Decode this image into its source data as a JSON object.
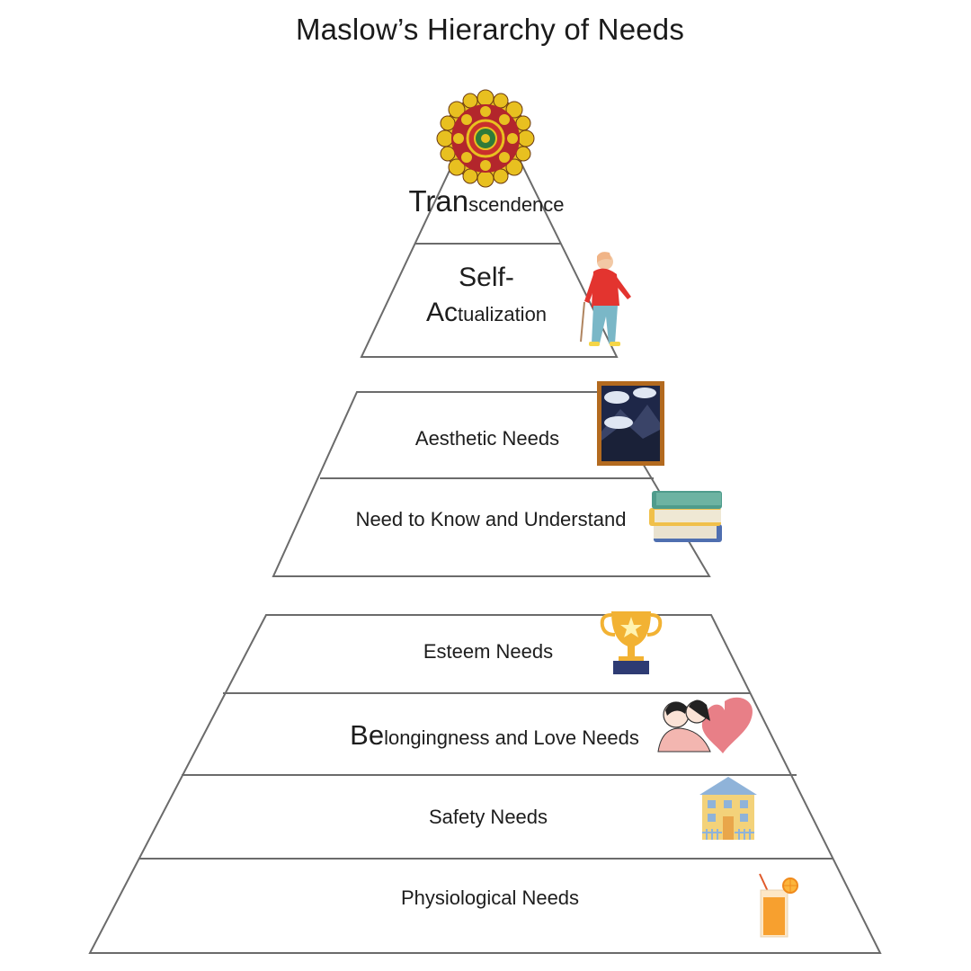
{
  "title": "Maslow’s Hierarchy of Needs",
  "levels": {
    "transcendence": {
      "lead": "Tran",
      "rest": "scendence",
      "icon": "mandala-icon"
    },
    "self_actualization": {
      "line1": "Self-",
      "lead": "Ac",
      "rest": "tualization",
      "icon": "walking-person-icon"
    },
    "aesthetic": {
      "label": "Aesthetic Needs",
      "icon": "framed-painting-icon"
    },
    "know_understand": {
      "label": "Need to Know and Understand",
      "icon": "book-stack-icon"
    },
    "esteem": {
      "label": "Esteem Needs",
      "icon": "trophy-icon"
    },
    "belonging": {
      "lead": "Be",
      "rest": "longingness and Love Needs",
      "icon": "couple-heart-icon"
    },
    "safety": {
      "label": "Safety Needs",
      "icon": "house-icon"
    },
    "physiological": {
      "label": "Physiological Needs",
      "icon": "orange-juice-icon"
    }
  },
  "colors": {
    "outline": "#6b6b6b",
    "text": "#1d1d1d",
    "mandala_red": "#b3262c",
    "mandala_yellow": "#e8c020",
    "trophy_gold": "#f2b233",
    "trophy_base": "#2e3b73",
    "book_teal": "#4f9c8c",
    "book_blue": "#4f6fb0",
    "house_yellow": "#f3d27a",
    "house_blue": "#8fb3d9",
    "juice_orange": "#f7a02f",
    "heart_red": "#e0545f",
    "shirt_red": "#e3342f",
    "pants_blue": "#7ab7c7",
    "frame_brown": "#b36a1f",
    "painting_navy": "#1e2748"
  }
}
